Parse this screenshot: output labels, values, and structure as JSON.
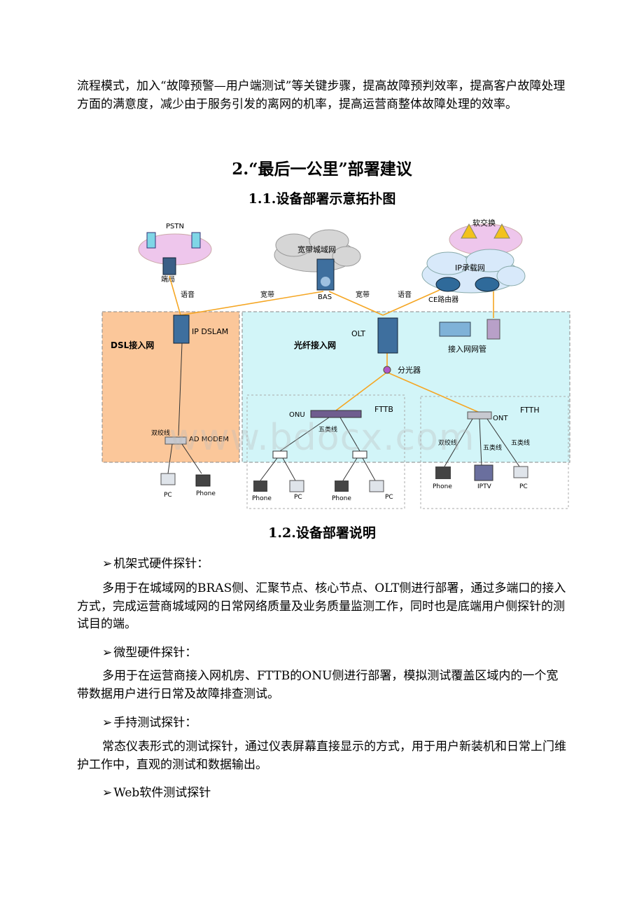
{
  "intro": {
    "text": "流程模式，加入“故障预警—用户端测试”等关键步骤，提高故障预判效率，提高客户故障处理方面的满意度，减少由于服务引发的离网的机率，提高运营商整体故障处理的效率。"
  },
  "section2": {
    "title": "2.“最后一公里”部署建议"
  },
  "section11": {
    "title": "1.1.设备部署示意拓扑图"
  },
  "diagram": {
    "pstn": "PSTN",
    "duanju": "端局",
    "softswitch": "软交换",
    "metro_cloud": "宽带城域网",
    "bas": "BAS",
    "ip_cloud": "IP承载网",
    "ce_router": "CE路由器",
    "link_voice_left": "语音",
    "link_broadband_left": "宽带",
    "link_broadband_right": "宽带",
    "link_voice_right": "语音",
    "dsl_zone": "DSL接入网",
    "ip_dslam": "IP DSLAM",
    "fiber_zone": "光纤接入网",
    "olt": "OLT",
    "nms": "接入网网管",
    "splitter": "分光器",
    "fttb": "FTTB",
    "onu": "ONU",
    "fttb_cable": "五类线",
    "ftth": "FTTH",
    "ont": "ONT",
    "ftth_twisted": "双绞线",
    "ftth_cat5_a": "五类线",
    "ftth_cat5_b": "五类线",
    "dsl_twisted": "双绞线",
    "ad_modem": "AD MODEM",
    "dsl_pc": "PC",
    "dsl_phone": "Phone",
    "fttb_phone_1": "Phone",
    "fttb_pc_1": "PC",
    "fttb_phone_2": "Phone",
    "fttb_pc_2": "PC",
    "ftth_phone": "Phone",
    "ftth_iptv": "IPTV",
    "ftth_pc": "PC",
    "watermark": "www.bdocx.com"
  },
  "section12": {
    "title": "1.2.设备部署说明"
  },
  "items": [
    {
      "mark": "➢",
      "title": "机架式硬件探针：",
      "body": "多用于在城域网的BRAS侧、汇聚节点、核心节点、OLT侧进行部署，通过多端口的接入方式，完成运营商城域网的日常网络质量及业务质量监测工作，同时也是底端用户侧探针的测试目的端。"
    },
    {
      "mark": "➢",
      "title": "微型硬件探针：",
      "body": "多用于在运营商接入网机房、FTTB的ONU侧进行部署，模拟测试覆盖区域内的一个宽带数据用户进行日常及故障排查测试。"
    },
    {
      "mark": "➢",
      "title": "手持测试探针：",
      "body": "常态仪表形式的测试探针，通过仪表屏幕直接显示的方式，用于用户新装机和日常上门维护工作中，直观的测试和数据输出。"
    },
    {
      "mark": "➢",
      "title": "Web软件测试探针",
      "body": ""
    }
  ]
}
